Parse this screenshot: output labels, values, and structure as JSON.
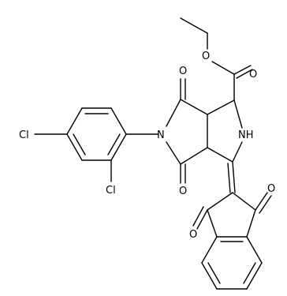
{
  "molecule": {
    "atom_labels": {
      "o_ester_carbonyl": "O",
      "o_ester_ether": "O",
      "o_imide_top": "O",
      "o_imide_bottom": "O",
      "n_imide": "N",
      "nh_pyrrolidine": "NH",
      "cl_para": "Cl",
      "cl_ortho": "Cl",
      "o_indandione_right": "O",
      "o_indandione_left": "O"
    }
  },
  "colors": {
    "bond": "#000000",
    "label": "#000000",
    "background": "#ffffff"
  }
}
